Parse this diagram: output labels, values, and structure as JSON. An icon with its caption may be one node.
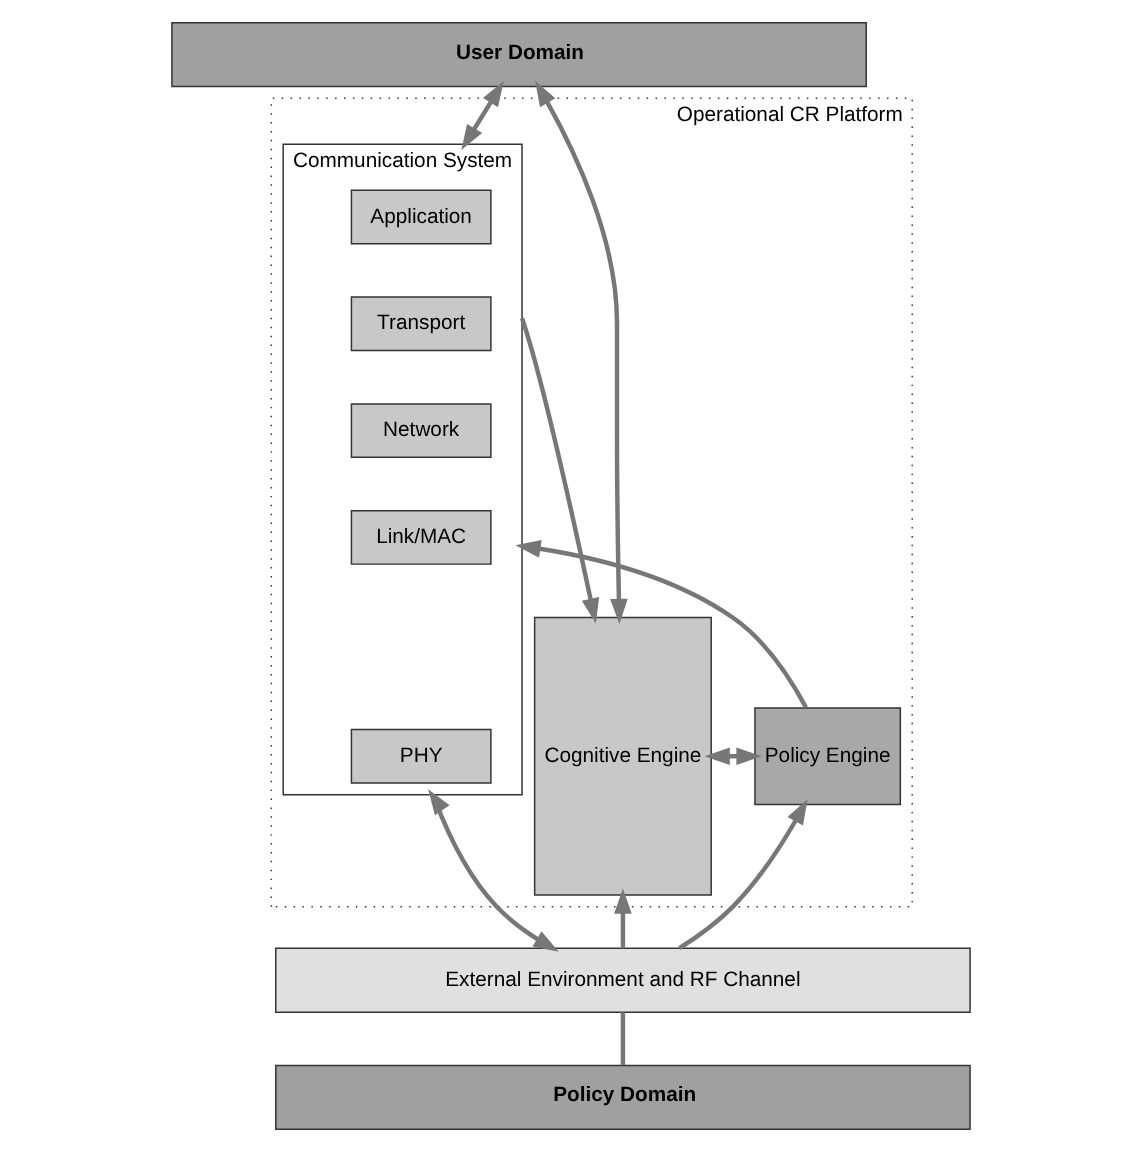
{
  "diagram": {
    "nodes": [
      {
        "text": [
          "User Domain"
        ]
      },
      {
        "text": [
          "Operational CR Platform"
        ]
      },
      {
        "text": [
          "Cognitive Engine"
        ],
        "in": 1
      },
      {
        "text": [
          "Communication System"
        ],
        "in": 1
      },
      {
        "text": [
          "Application"
        ],
        "in": 3
      },
      {
        "text": [
          "Transport"
        ],
        "in": 3
      },
      {
        "text": [
          "Network"
        ],
        "in": 3
      },
      {
        "text": [
          "Link/MAC"
        ],
        "in": 3
      },
      {
        "text": [
          "PHY"
        ],
        "in": 3
      },
      {
        "text": [
          "Policy Engine"
        ],
        "in": 1
      },
      {
        "text": [
          "External Environment and RF Channel"
        ]
      },
      {
        "text": [
          "Policy Domain"
        ]
      }
    ],
    "edges": [
      {
        "from": 0,
        "to": 2,
        "arrow": "both"
      },
      {
        "from": 0,
        "to": 3,
        "arrow": "both"
      },
      {
        "from": 3,
        "to": 2,
        "arrow": "to"
      },
      {
        "from": 2,
        "to": 9,
        "arrow": "both"
      },
      {
        "from": 9,
        "to": 3,
        "arrow": "to"
      },
      {
        "from": 10,
        "to": 2,
        "arrow": "to"
      },
      {
        "from": 10,
        "to": 9,
        "arrow": "to"
      },
      {
        "from": 10,
        "to": 3,
        "arrow": "both"
      },
      {
        "from": 11,
        "to": 10,
        "arrow": "none"
      }
    ]
  }
}
